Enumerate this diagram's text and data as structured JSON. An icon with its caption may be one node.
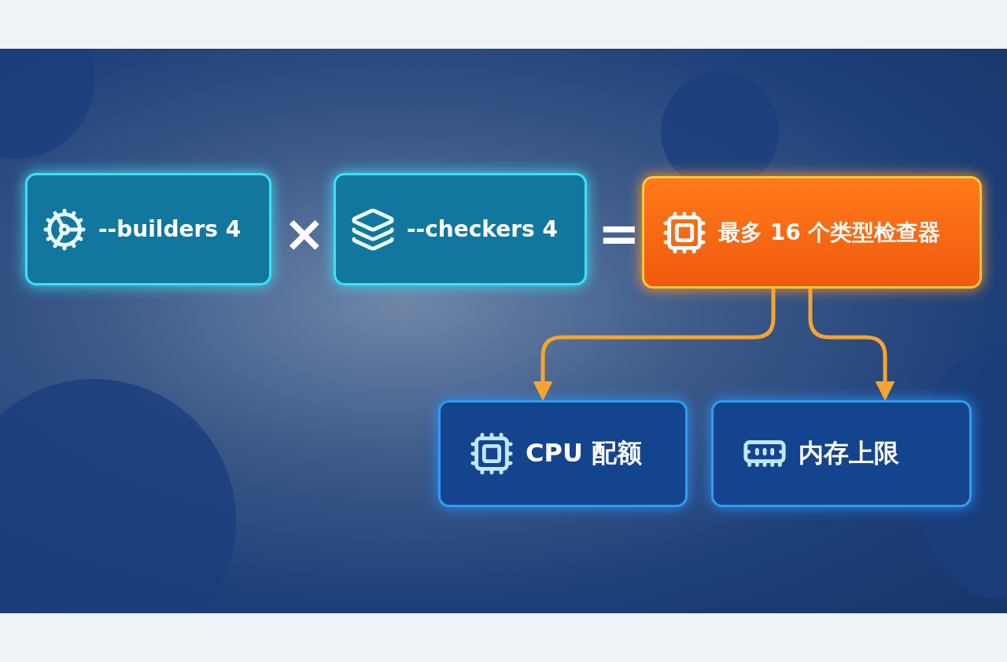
{
  "diagram": {
    "nodes": [
      {
        "text": [
          "--builders 4"
        ]
      },
      {
        "text": [
          "--checkers 4"
        ]
      },
      {
        "text": [
          "最多 16 个类型检查器"
        ]
      },
      {
        "text": [
          "CPU 配额"
        ]
      },
      {
        "text": [
          "内存上限"
        ]
      }
    ],
    "edges": [
      {
        "from": 2,
        "to": 3,
        "arrow": "to",
        "color": "#f5a431"
      },
      {
        "from": 2,
        "to": 4,
        "arrow": "to",
        "color": "#f5a431"
      }
    ],
    "labels": [
      "×",
      "="
    ]
  }
}
